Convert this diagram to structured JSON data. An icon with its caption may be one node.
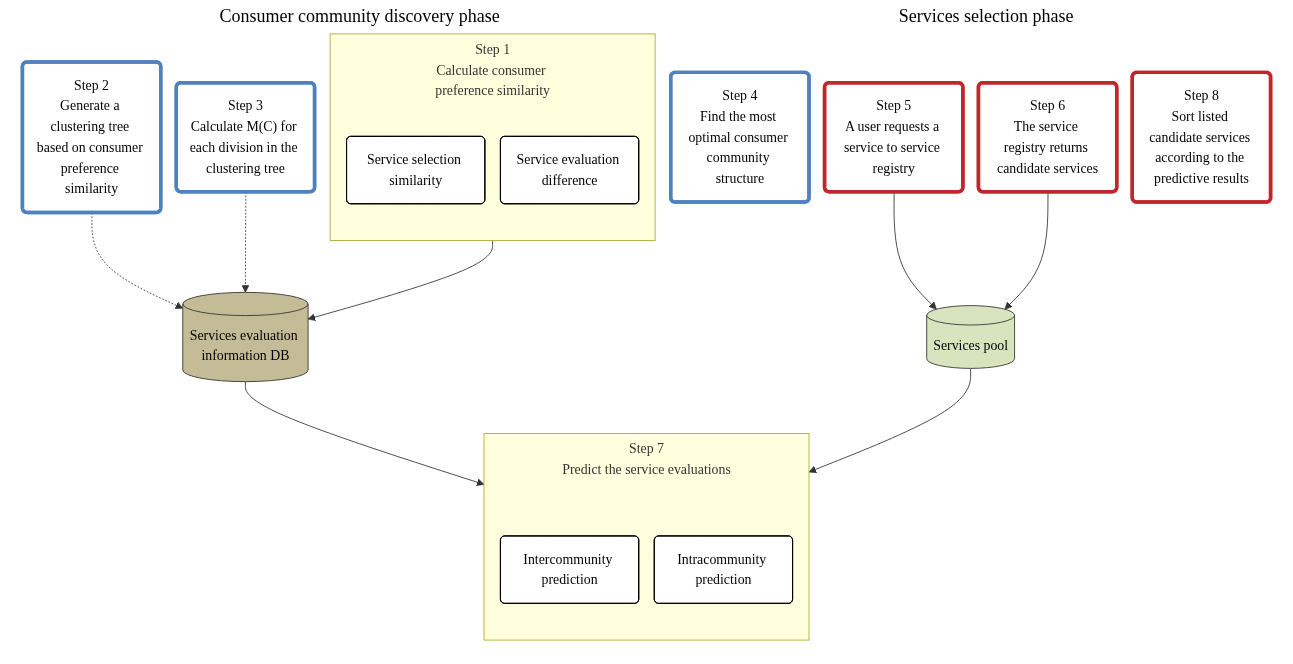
{
  "diagram": {
    "nodes": [
      {
        "text": [
          "Step 1",
          "Calculate consumer preference similarity"
        ]
      },
      {
        "text": [
          "Service selection similarity"
        ],
        "in": 0
      },
      {
        "text": [
          "Service evaluation difference"
        ],
        "in": 0
      },
      {
        "text": [
          "Step 2",
          "Generate a clustering tree based on consumer preference similarity"
        ]
      },
      {
        "text": [
          "Step 3",
          "Calculate M(C) for each division in the clustering tree"
        ]
      },
      {
        "text": [
          "Step 4",
          "Find the most optimal consumer community structure"
        ]
      },
      {
        "text": [
          "Step 5",
          "A user requests a service to service registry"
        ]
      },
      {
        "text": [
          "Step 6",
          "The service registry returns candidate services"
        ]
      },
      {
        "text": [
          "Step 7",
          "Predict the service evaluations"
        ]
      },
      {
        "text": [
          "Intercommunity prediction"
        ],
        "in": 8
      },
      {
        "text": [
          "Intracommunity prediction"
        ],
        "in": 8
      },
      {
        "text": [
          "Step 8",
          "Sort listed candidate services according to the predictive results"
        ]
      },
      {
        "text": [
          "Services evaluation information DB"
        ]
      },
      {
        "text": [
          "Services pool"
        ]
      }
    ],
    "edges": [
      {
        "from": 0,
        "to": 12,
        "arrow": "to"
      },
      {
        "from": 3,
        "to": 12,
        "arrow": "to",
        "style": "dashed"
      },
      {
        "from": 4,
        "to": 12,
        "arrow": "to",
        "style": "dashed"
      },
      {
        "from": 12,
        "to": 8,
        "arrow": "to"
      },
      {
        "from": 13,
        "to": 8,
        "arrow": "to"
      },
      {
        "from": 6,
        "to": 13,
        "arrow": "to"
      },
      {
        "from": 7,
        "to": 13,
        "arrow": "to"
      }
    ],
    "labels": [
      "Consumer community discovery phase",
      "Services selection phase"
    ]
  }
}
